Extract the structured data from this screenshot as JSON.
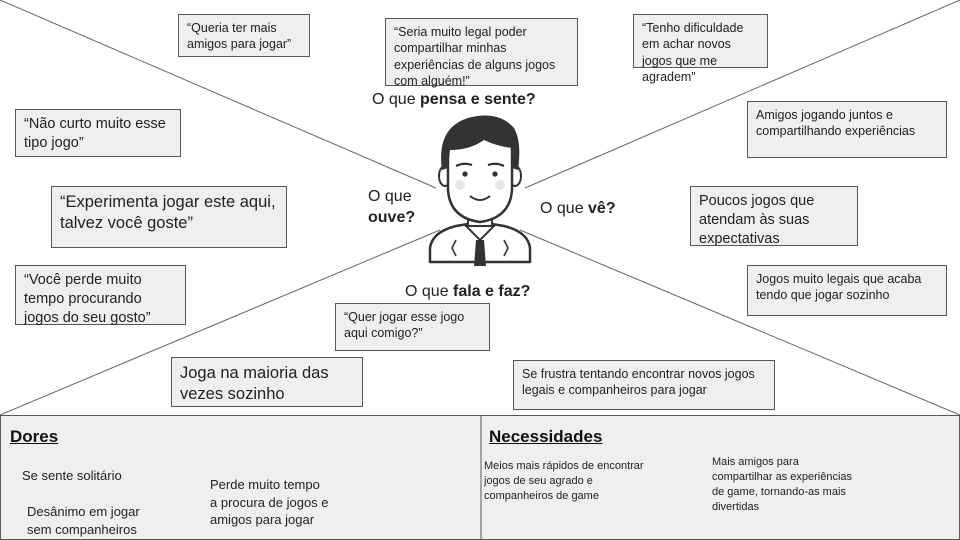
{
  "quadrants": {
    "pensa": {
      "prefix": "O que ",
      "bold": "pensa e sente?"
    },
    "ouve": {
      "prefix": "O que",
      "bold": "ouve?"
    },
    "ve": {
      "prefix": "O que ",
      "bold": "vê?"
    },
    "fala": {
      "prefix": "O que ",
      "bold": "fala e faz?"
    }
  },
  "notes": {
    "amigos_jogar": "“Queria ter mais amigos para jogar”",
    "compartilhar": "“Seria muito legal poder compartilhar minhas experiências de alguns jogos com alguém!”",
    "dificuldade": "“Tenho dificuldade em achar novos jogos que me agradem”",
    "nao_curto": "“Não curto muito esse tipo jogo”",
    "experimenta": "“Experimenta jogar este aqui, talvez você goste”",
    "perde_tempo": "“Você perde muito tempo procurando jogos do seu gosto”",
    "amigos_juntos": "Amigos jogando juntos e compartilhando experiências",
    "poucos_jogos": "Poucos jogos que atendam às suas expectativas",
    "jogos_legais": "Jogos muito legais que acaba tendo que jogar sozinho",
    "quer_jogar": "“Quer jogar esse jogo aqui comigo?”",
    "joga_sozinho": "Joga na maioria das vezes sozinho",
    "frustra": "Se frustra tentando encontrar novos jogos legais e companheiros para jogar"
  },
  "dores": {
    "title": "Dores",
    "items": [
      "Se sente solitário",
      "Desânimo em jogar\nsem companheiros",
      "Perde muito tempo\na procura de jogos e\namigos para jogar"
    ]
  },
  "necessidades": {
    "title": "Necessidades",
    "items": [
      "Meios mais rápidos de encontrar\njogos de seu agrado e\ncompanheiros de game",
      "Mais amigos para\ncompartilhar as experiências\nde game, tornando-as mais\ndivertidas"
    ]
  },
  "colors": {
    "note_bg": "#efefef",
    "note_border": "#595959",
    "panel_bg": "#efefef",
    "line": "#595959"
  },
  "icons": {
    "persona": "person-avatar-icon"
  }
}
